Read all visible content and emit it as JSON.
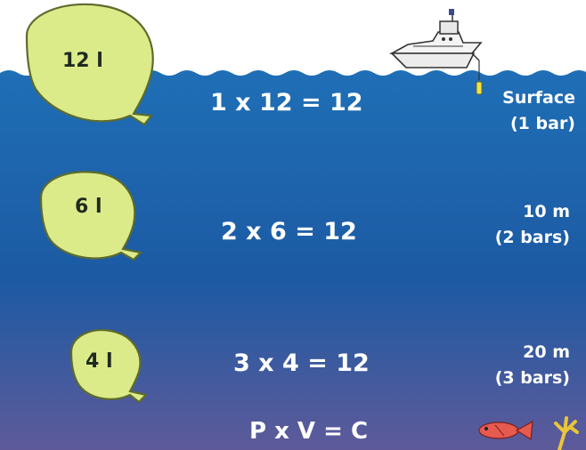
{
  "colors": {
    "sky": "#ffffff",
    "water_top": "#1f6fb6",
    "water_mid": "#1c5aa3",
    "water_bottom": "#5e5a9a",
    "balloon_fill": "#dceb8a",
    "balloon_stroke": "#5d6b2c",
    "text": "#ffffff"
  },
  "levels": [
    {
      "balloon_label": "12 l",
      "equation": "1 x 12  = 12",
      "depth": "Surface",
      "pressure": "(1 bar)"
    },
    {
      "balloon_label": "6 l",
      "equation": "2 x 6  = 12",
      "depth": "10 m",
      "pressure": "(2 bars)"
    },
    {
      "balloon_label": "4 l",
      "equation": "3 x 4  = 12",
      "depth": "20 m",
      "pressure": "(3 bars)"
    }
  ],
  "law": "P x V = C",
  "icons": [
    "boat-icon",
    "buoy-icon",
    "fish-icon",
    "coral-icon",
    "balloon-icon"
  ]
}
